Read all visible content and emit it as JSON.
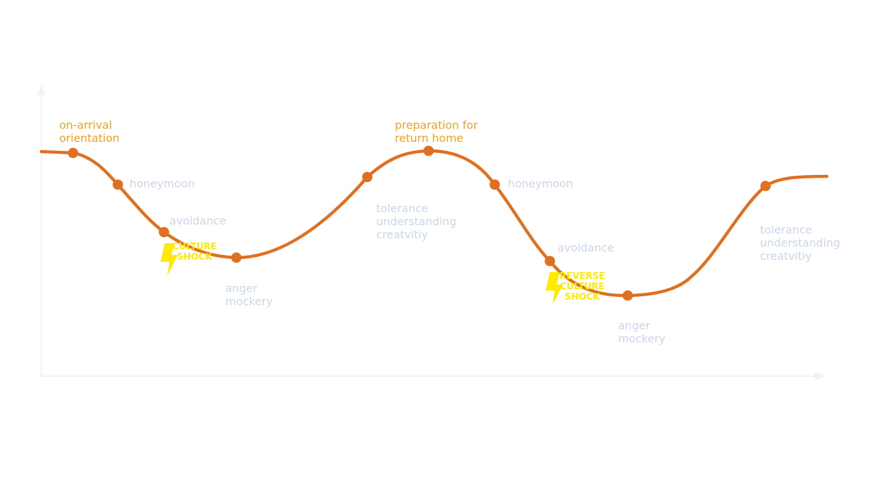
{
  "colors": {
    "curve": "#E07020",
    "point": "#E07020",
    "phase_label": "#C9D6E8",
    "highlight_label": "#F2A01E",
    "shock": "#FFEA00",
    "axis": "#EEF2F8"
  },
  "stages": [
    {
      "id": "on-arrival",
      "lines": [
        "on-arrival",
        "orientation"
      ],
      "highlight": true
    },
    {
      "id": "honeymoon-1",
      "lines": [
        "honeymoon"
      ],
      "highlight": false
    },
    {
      "id": "avoidance-1",
      "lines": [
        "avoidance"
      ],
      "highlight": false
    },
    {
      "id": "anger-1",
      "lines": [
        "anger",
        "mockery"
      ],
      "highlight": false
    },
    {
      "id": "tolerance-1",
      "lines": [
        "tolerance",
        "understanding",
        "creatvitiy"
      ],
      "highlight": false
    },
    {
      "id": "preparation",
      "lines": [
        "preparation for",
        "return home"
      ],
      "highlight": true
    },
    {
      "id": "honeymoon-2",
      "lines": [
        "honeymoon"
      ],
      "highlight": false
    },
    {
      "id": "avoidance-2",
      "lines": [
        "avoidance"
      ],
      "highlight": false
    },
    {
      "id": "anger-2",
      "lines": [
        "anger",
        "mockery"
      ],
      "highlight": false
    },
    {
      "id": "tolerance-2",
      "lines": [
        "tolerance",
        "understanding",
        "creatvitiy"
      ],
      "highlight": false
    }
  ],
  "shocks": [
    {
      "id": "culture-shock",
      "lines": [
        "CULTURE",
        "SHOCK"
      ],
      "icon": "lightning-bolt-icon"
    },
    {
      "id": "reverse-culture-shock",
      "lines": [
        "REVERSE",
        "CULTURE",
        "SHOCK"
      ],
      "icon": "lightning-bolt-icon"
    }
  ]
}
